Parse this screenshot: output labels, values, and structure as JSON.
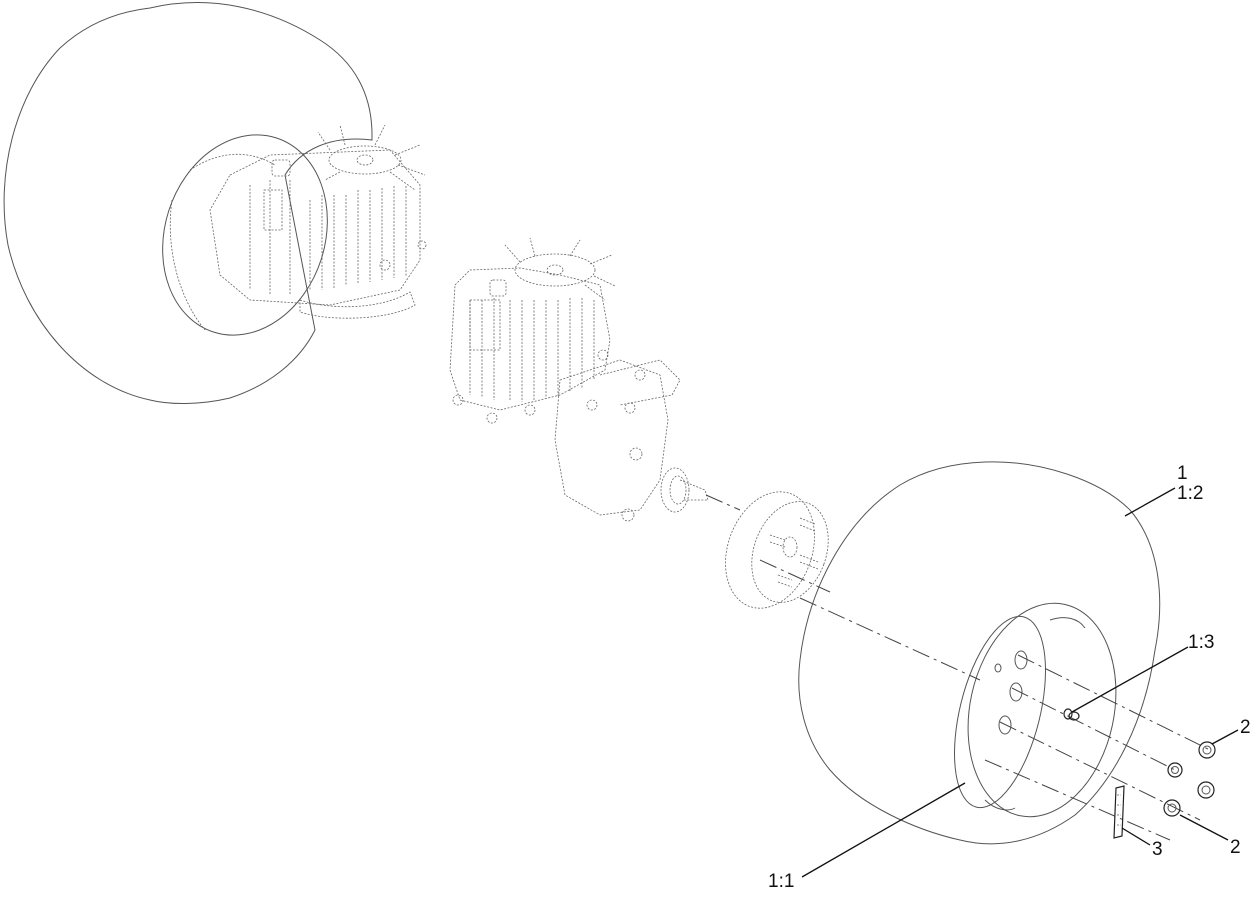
{
  "diagram": {
    "type": "exploded-parts-diagram",
    "background": "#ffffff",
    "line_color": "#555555",
    "leader_color": "#111111"
  },
  "components": [
    {
      "id": "left-tire-assembly",
      "label": "Rear tire (left side, with transmission attached)"
    },
    {
      "id": "left-transmission",
      "label": "Hydrostatic transmission with cooling fan (left)"
    },
    {
      "id": "right-transmission",
      "label": "Hydrostatic transmission with cooling fan (right)"
    },
    {
      "id": "wheel-hub",
      "label": "Wheel hub with 4 studs"
    },
    {
      "id": "right-tire",
      "label": "Rear tire and wheel assembly"
    },
    {
      "id": "lug-nuts",
      "label": "Lug nuts (4)"
    },
    {
      "id": "valve-stem",
      "label": "Valve stem"
    },
    {
      "id": "decal",
      "label": "Decal"
    }
  ],
  "callouts": [
    {
      "id": "c1",
      "text": "1",
      "refers_to": "right-tire"
    },
    {
      "id": "c1-2",
      "text": "1:2",
      "refers_to": "right-tire"
    },
    {
      "id": "c1-3",
      "text": "1:3",
      "refers_to": "valve-stem"
    },
    {
      "id": "c2a",
      "text": "2",
      "refers_to": "lug-nuts"
    },
    {
      "id": "c2b",
      "text": "2",
      "refers_to": "lug-nuts"
    },
    {
      "id": "c3",
      "text": "3",
      "refers_to": "decal"
    },
    {
      "id": "c1-1",
      "text": "1:1",
      "refers_to": "right-tire"
    }
  ]
}
